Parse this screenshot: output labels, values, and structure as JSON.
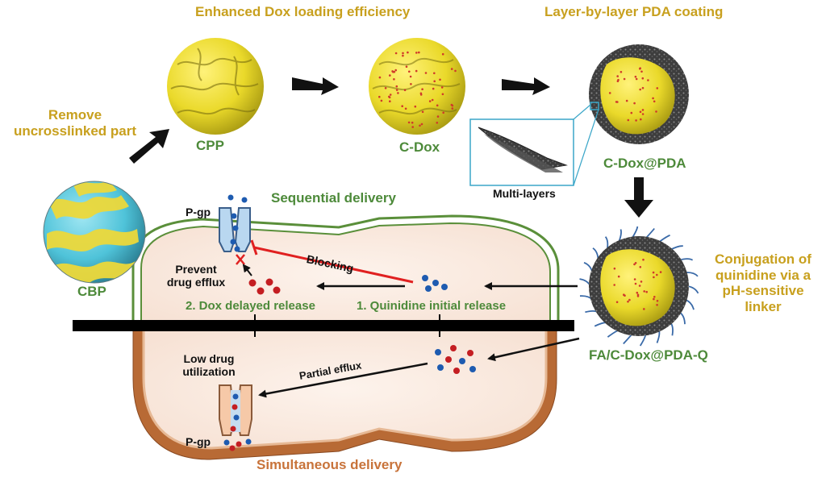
{
  "colors": {
    "gold": "#c8a01e",
    "green": "#4d8a3a",
    "brown": "#c8733a",
    "red": "#e02020",
    "particle_yellow": "#f2e030",
    "particle_cyan": "#4fc3d9",
    "pda_dark": "#3a3a3a",
    "cell_fill": "#fbeee6"
  },
  "top_labels": {
    "loading": "Enhanced Dox loading efficiency",
    "coating": "Layer-by-layer PDA coating",
    "remove_line1": "Remove",
    "remove_line2": "uncrosslinked part"
  },
  "particles": {
    "cbp": "CBP",
    "cpp": "CPP",
    "cdox": "C-Dox",
    "cdox_pda": "C-Dox@PDA",
    "final": "FA/C-Dox@PDA-Q"
  },
  "inset": {
    "label": "Multi-layers"
  },
  "conjugation": {
    "line1": "Conjugation of",
    "line2": "quinidine via a",
    "line3": "pH-sensitive",
    "line4": "linker"
  },
  "upper_cell": {
    "title": "Sequential delivery",
    "pgp": "P-gp",
    "prevent_line1": "Prevent",
    "prevent_line2": "drug efflux",
    "blocking": "Blocking",
    "step2": "2. Dox delayed release",
    "step1": "1. Quinidine initial release"
  },
  "lower_cell": {
    "title": "Simultaneous delivery",
    "pgp": "P-gp",
    "low_line1": "Low drug",
    "low_line2": "utilization",
    "partial": "Partial efflux"
  }
}
